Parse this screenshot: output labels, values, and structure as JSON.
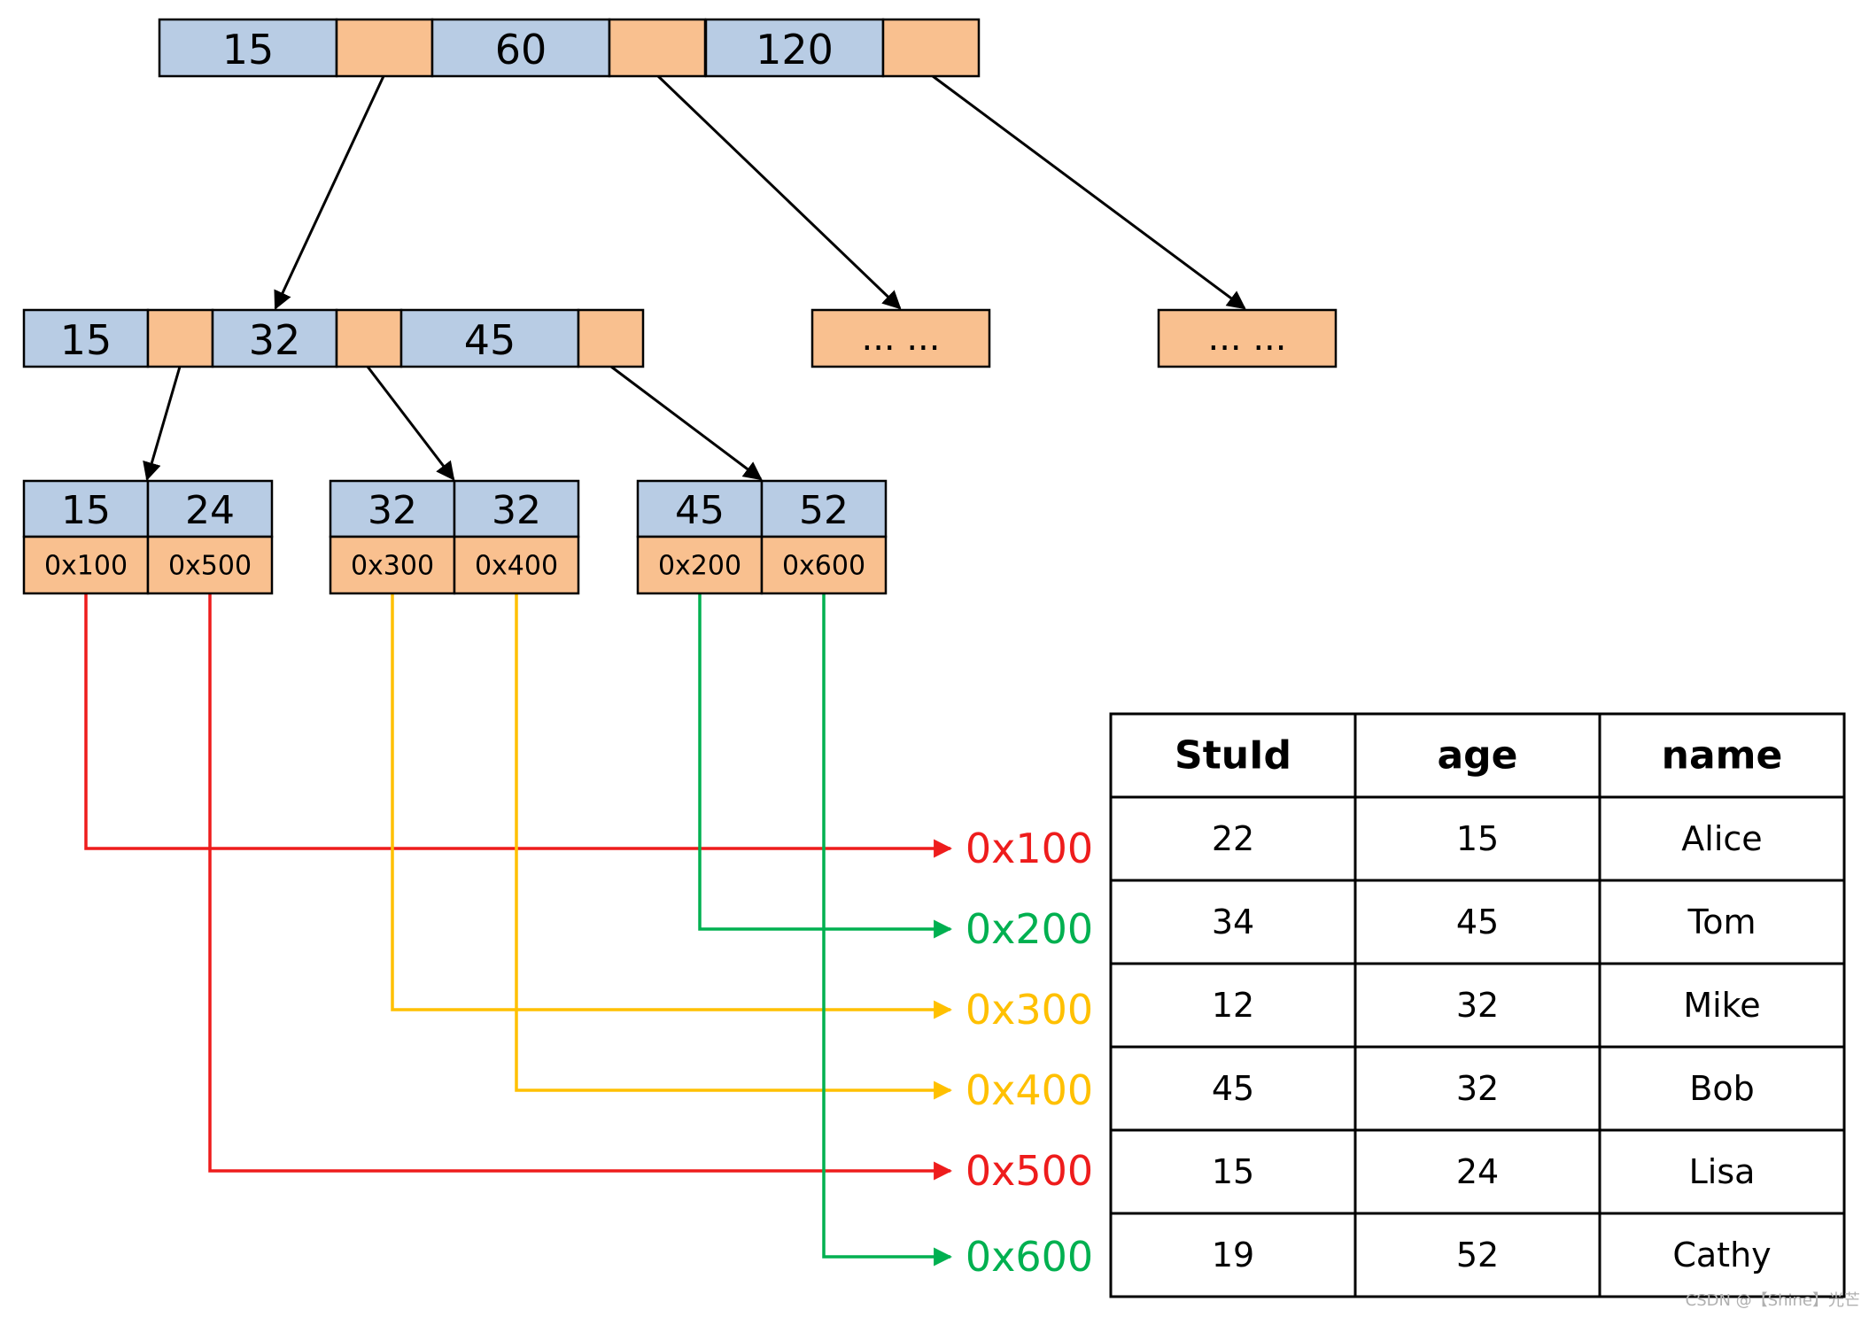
{
  "colors": {
    "key_fill": "#b8cce4",
    "ptr_fill": "#f9c08f",
    "border": "#000000",
    "red": "#ee1c1c",
    "yellow": "#ffc000",
    "green": "#00b050"
  },
  "root_node": {
    "keys": [
      "15",
      "60",
      "120"
    ]
  },
  "internal_node": {
    "keys": [
      "15",
      "32",
      "45"
    ]
  },
  "placeholder_nodes": [
    {
      "label": "... ..."
    },
    {
      "label": "... ..."
    }
  ],
  "leaf_nodes": [
    {
      "entries": [
        {
          "key": "15",
          "addr": "0x100"
        },
        {
          "key": "24",
          "addr": "0x500"
        }
      ]
    },
    {
      "entries": [
        {
          "key": "32",
          "addr": "0x300"
        },
        {
          "key": "32",
          "addr": "0x400"
        }
      ]
    },
    {
      "entries": [
        {
          "key": "45",
          "addr": "0x200"
        },
        {
          "key": "52",
          "addr": "0x600"
        }
      ]
    }
  ],
  "address_labels": [
    {
      "text": "0x100",
      "color": "red"
    },
    {
      "text": "0x200",
      "color": "green"
    },
    {
      "text": "0x300",
      "color": "yellow"
    },
    {
      "text": "0x400",
      "color": "yellow"
    },
    {
      "text": "0x500",
      "color": "red"
    },
    {
      "text": "0x600",
      "color": "green"
    }
  ],
  "table": {
    "headers": [
      "StuId",
      "age",
      "name"
    ],
    "rows": [
      [
        "22",
        "15",
        "Alice"
      ],
      [
        "34",
        "45",
        "Tom"
      ],
      [
        "12",
        "32",
        "Mike"
      ],
      [
        "45",
        "32",
        "Bob"
      ],
      [
        "15",
        "24",
        "Lisa"
      ],
      [
        "19",
        "52",
        "Cathy"
      ]
    ]
  },
  "watermark": "CSDN @【Shine】光芒"
}
